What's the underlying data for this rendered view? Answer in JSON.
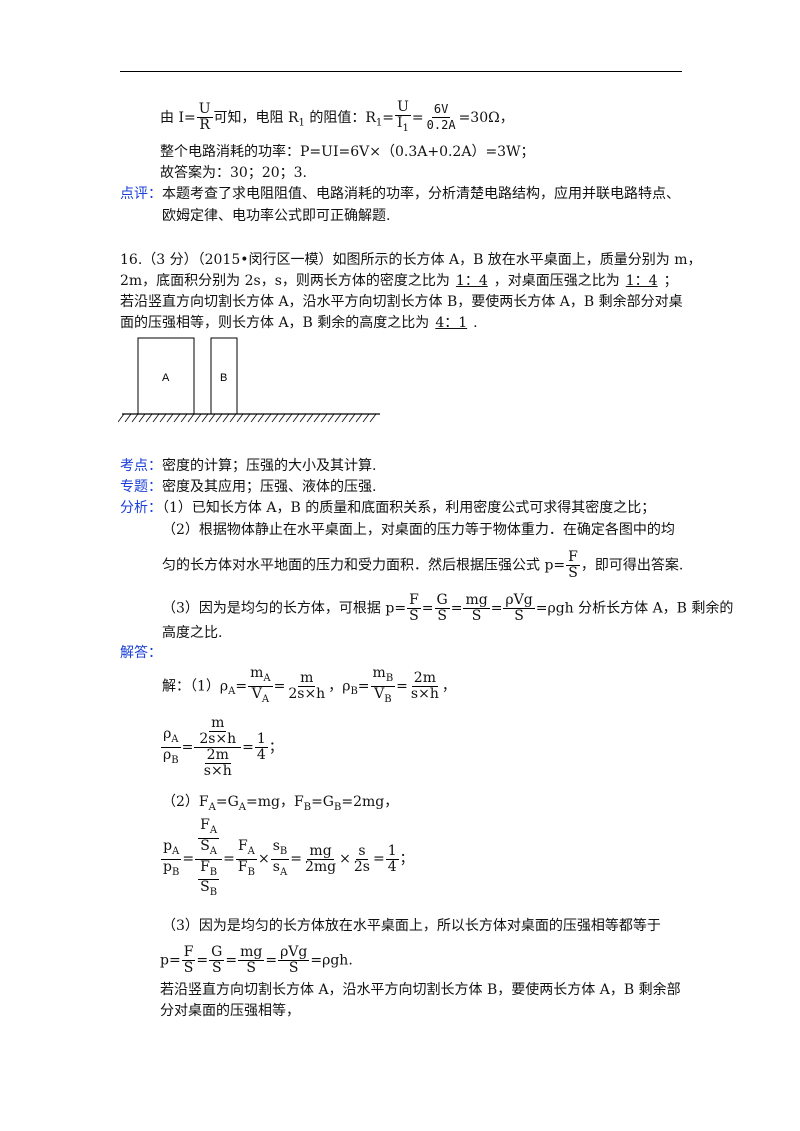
{
  "prev": {
    "ohm_a": "由 I=",
    "f_I_n": "U",
    "f_I_d": "R",
    "ohm_b": "可知，电阻 R",
    "ohm_c": "1",
    "ohm_d": " 的阻值：R",
    "ohm_e": "1",
    "ohm_f": "=",
    "f_u_n": "U",
    "f_u_d": "I",
    "f_u_sub": "1",
    "f_v_n": "6V",
    "f_v_d": "0.2A",
    "ohm_g": "=30Ω，",
    "power": "整个电路消耗的功率：P=UI=6V×（0.3A+0.2A）=3W；",
    "answer": "故答案为：30；20；3.",
    "comment_label": "点评：",
    "comment_1": "本题考查了求电阻阻值、电路消耗的功率，分析清楚电路结构，应用并联电路特点、",
    "comment_2": "欧姆定律、电功率公式即可正确解题."
  },
  "q16": {
    "line1": "16.（3 分）（2015•闵行区一模）如图所示的长方体 A，B 放在水平桌面上，质量分别为 m，",
    "line2a": "2m，底面积分别为 2s，s，则两长方体的密度之比为",
    "ans1": "1：4",
    "line2b": "，对桌面压强之比为",
    "ans2": "1：4",
    "line2c": "；",
    "line3": "若沿竖直方向切割长方体 A，沿水平方向切割长方体 B，要使两长方体 A，B 剩余部分对桌",
    "line4a": "面的压强相等，则长方体 A，B 剩余的高度之比为",
    "ans3": "4：1",
    "line4b": "."
  },
  "figure": {
    "label_a": "A",
    "label_b": "B"
  },
  "analysis": {
    "kaodian_label": "考点：",
    "kaodian": "密度的计算；压强的大小及其计算.",
    "zhuanti_label": "专题：",
    "zhuanti": "密度及其应用；压强、液体的压强.",
    "fenxi_label": "分析：",
    "p1": "（1）已知长方体 A，B 的质量和底面积关系，利用密度公式可求得其密度之比；",
    "p2a": "（2）根据物体静止在水平桌面上，对桌面的压力等于物体重力．在确定各图中的均",
    "p2b": "匀的长方体对水平地面的压力和受力面积．然后根据压强公式 p=",
    "p2b_n": "F",
    "p2b_d": "S",
    "p2c": "，即可得出答案.",
    "p3a": "（3）因为是均匀的长方体，可根据 p=",
    "p3_1n": "F",
    "p3_1d": "S",
    "p3_2n": "G",
    "p3_2d": "S",
    "p3_3n": "mg",
    "p3_3d": "S",
    "p3_4n": "ρVg",
    "p3_4d": "S",
    "p3b": "=ρgh 分析长方体 A，B 剩余的",
    "p3c": "高度之比."
  },
  "solution": {
    "label": "解答：",
    "s1a": "解：（1）ρ",
    "s1_sub_a": "A",
    "s1_eq": "=",
    "s1_f1n": "m",
    "s1_f1n_sub": "A",
    "s1_f1d": "V",
    "s1_f1d_sub": "A",
    "s1_f2n": "m",
    "s1_f2d": "2s×h",
    "s1b": "，ρ",
    "s1_sub_b": "B",
    "s1_f3n": "m",
    "s1_f3n_sub": "B",
    "s1_f3d": "V",
    "s1_f3d_sub": "B",
    "s1_f4n": "2m",
    "s1_f4d": "s×h",
    "s1c": "，",
    "r_top": "ρ",
    "r_top_sub": "A",
    "r_bot": "ρ",
    "r_bot_sub": "B",
    "r_inner1n": "m",
    "r_inner1d": "2s×h",
    "r_inner2n": "2m",
    "r_inner2d": "s×h",
    "r_res_n": "1",
    "r_res_d": "4",
    "r_end": "；",
    "s2": "（2）F",
    "s2_a": "A",
    "s2_mid": "=G",
    "s2_b": "A",
    "s2_mid2": "=mg，F",
    "s2_c": "B",
    "s2_mid3": "=G",
    "s2_d": "B",
    "s2_end": "=2mg，",
    "pr_pa": "p",
    "pr_pa_sub": "A",
    "pr_pb": "p",
    "pr_pb_sub": "B",
    "pr_fa": "F",
    "pr_fa_sub": "A",
    "pr_sa": "S",
    "pr_sa_sub": "A",
    "pr_fb": "F",
    "pr_fb_sub": "B",
    "pr_sb": "S",
    "pr_sb_sub": "B",
    "pr_t1n": "F",
    "pr_t1n_sub": "A",
    "pr_t1d": "F",
    "pr_t1d_sub": "B",
    "pr_t2n": "s",
    "pr_t2n_sub": "B",
    "pr_t2d": "s",
    "pr_t2d_sub": "A",
    "pr_t3n": "mg",
    "pr_t3d": "2mg",
    "pr_t4n": "s",
    "pr_t4d": "2s",
    "pr_res_n": "1",
    "pr_res_d": "4",
    "pr_end": "；",
    "s3": "（3）因为是均匀的长方体放在水平桌面上，所以长方体对桌面的压强相等都等于",
    "s3f_a": "p=",
    "s3f_1n": "F",
    "s3f_1d": "S",
    "s3f_2n": "G",
    "s3f_2d": "S",
    "s3f_3n": "mg",
    "s3f_3d": "S",
    "s3f_4n": "ρVg",
    "s3f_4d": "S",
    "s3f_b": "=ρgh.",
    "s4": "若沿竖直方向切割长方体 A，沿水平方向切割长方体 B，要使两长方体 A，B 剩余部",
    "s5": "分对桌面的压强相等，"
  }
}
